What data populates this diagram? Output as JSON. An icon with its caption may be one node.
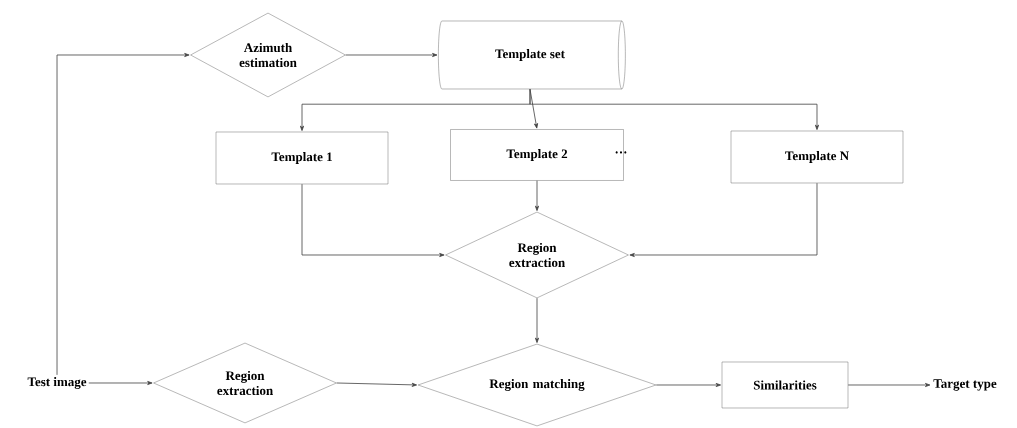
{
  "diagram": {
    "nodes": [
      {
        "text": [
          "Test image"
        ]
      },
      {
        "text": [
          "Azimuth estimation"
        ]
      },
      {
        "text": [
          "Template set"
        ]
      },
      {
        "text": [
          "Template 1"
        ]
      },
      {
        "text": [
          "Template 2"
        ]
      },
      {
        "text": [
          "Template N"
        ]
      },
      {
        "text": [
          "Region extraction"
        ]
      },
      {
        "text": [
          "Region extraction"
        ]
      },
      {
        "text": [
          "Region matching"
        ]
      },
      {
        "text": [
          "Similarities"
        ]
      },
      {
        "text": [
          "Target type"
        ]
      }
    ],
    "edges": [
      {
        "from": 0,
        "to": 1,
        "arrow": "to"
      },
      {
        "from": 1,
        "to": 2,
        "arrow": "to"
      },
      {
        "from": 2,
        "to": 3,
        "arrow": "to"
      },
      {
        "from": 2,
        "to": 4,
        "arrow": "to"
      },
      {
        "from": 2,
        "to": 5,
        "arrow": "to"
      },
      {
        "from": 3,
        "to": 6,
        "arrow": "to"
      },
      {
        "from": 4,
        "to": 6,
        "arrow": "to"
      },
      {
        "from": 5,
        "to": 6,
        "arrow": "to"
      },
      {
        "from": 6,
        "to": 8,
        "arrow": "to"
      },
      {
        "from": 0,
        "to": 7,
        "arrow": "to"
      },
      {
        "from": 7,
        "to": 8,
        "arrow": "to"
      },
      {
        "from": 8,
        "to": 9,
        "arrow": "to"
      },
      {
        "from": 9,
        "to": 10,
        "arrow": "to"
      }
    ],
    "labels": [
      "···"
    ]
  }
}
